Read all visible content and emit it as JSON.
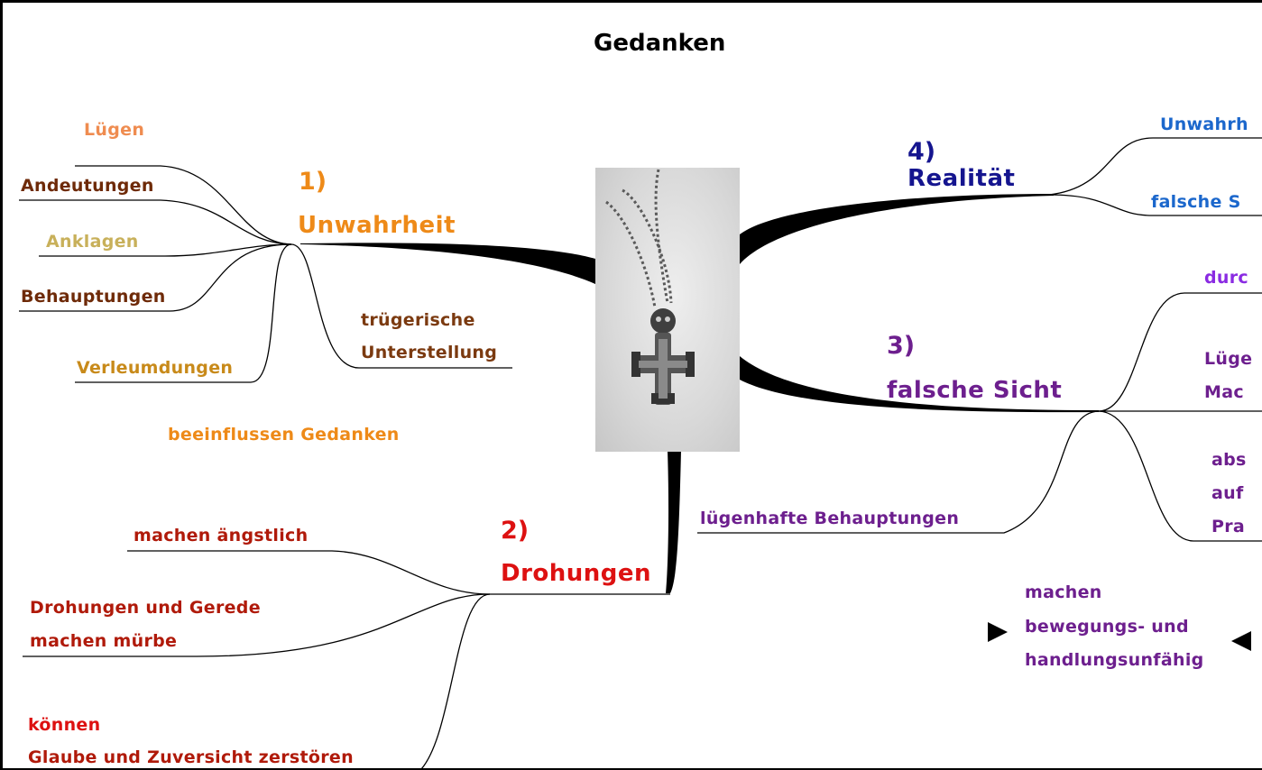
{
  "title": "Gedanken",
  "colors": {
    "orange": "#ee8a18",
    "light_orange": "#ef8c50",
    "tan": "#c8b05a",
    "dark_brown": "#6e2a08",
    "brown": "#7b3a10",
    "gold": "#c88a1a",
    "red": "#dd1111",
    "dark_red": "#b01a0a",
    "navy": "#15158f",
    "blue": "#1b67cc",
    "purple": "#6d1f8e",
    "violet": "#8a2be2",
    "black": "#000000"
  },
  "center_image": "silver-cross-pendant",
  "branches": {
    "unwahrheit": {
      "number": "1)",
      "label": "Unwahrheit",
      "children": [
        "Lügen",
        "Andeutungen",
        "Anklagen",
        "Behauptungen",
        "Verleumdungen"
      ],
      "sub": [
        "trügerische",
        "Unterstellung"
      ],
      "note": "beeinflussen Gedanken"
    },
    "drohungen": {
      "number": "2)",
      "label": "Drohungen",
      "children": {
        "c1": "machen ängstlich",
        "c2": [
          "Drohungen und Gerede",
          "machen mürbe"
        ],
        "c3": [
          "können",
          "Glaube und Zuversicht zerstören"
        ]
      }
    },
    "falsche_sicht": {
      "number": "3)",
      "label": "falsche Sicht",
      "left_child": "lügenhafte Behauptungen",
      "right_children": [
        "durc",
        "Lüge",
        "Mac",
        "abs",
        "auf",
        "Pra"
      ],
      "note": [
        "machen",
        "bewegungs- und",
        "handlungsunfähig"
      ]
    },
    "realitaet": {
      "number": "4)",
      "label": "Realität",
      "children": [
        "Unwahrh",
        "falsche S"
      ]
    }
  }
}
